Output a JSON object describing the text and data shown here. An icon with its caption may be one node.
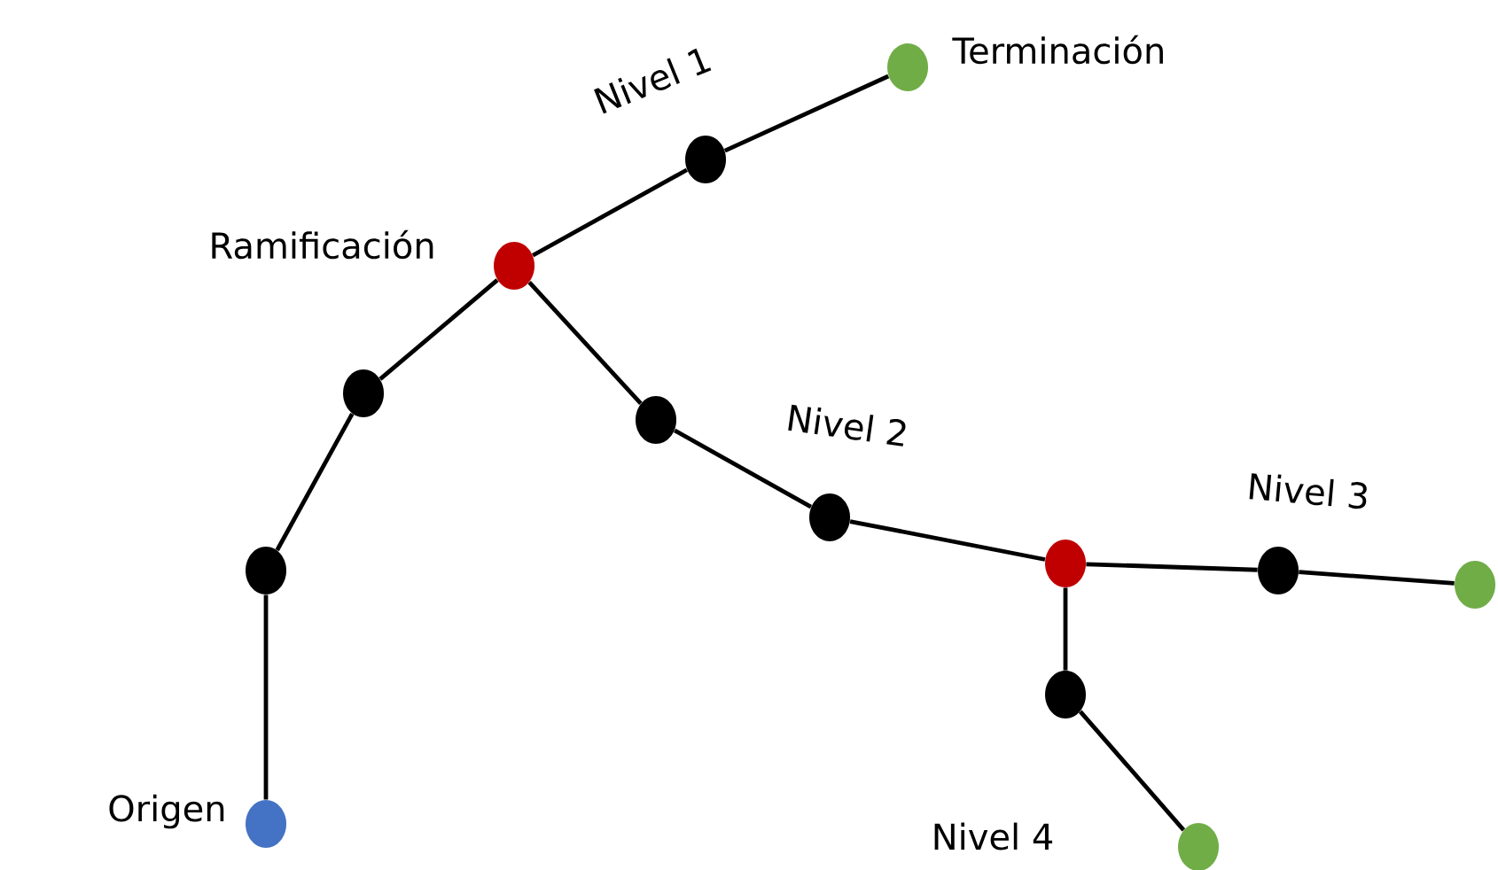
{
  "diagram": {
    "nodes": [
      {
        "text": [],
        "shape": "circle",
        "beside": [
          "Origen"
        ]
      },
      {
        "text": [],
        "shape": "circle"
      },
      {
        "text": [],
        "shape": "circle"
      },
      {
        "text": [],
        "shape": "circle",
        "beside": [
          "Ramificación"
        ]
      },
      {
        "text": [],
        "shape": "circle"
      },
      {
        "text": [],
        "shape": "circle",
        "beside": [
          "Terminación"
        ]
      },
      {
        "text": [],
        "shape": "circle"
      },
      {
        "text": [],
        "shape": "circle"
      },
      {
        "text": [],
        "shape": "circle"
      },
      {
        "text": [],
        "shape": "circle"
      },
      {
        "text": [],
        "shape": "circle"
      },
      {
        "text": [],
        "shape": "circle"
      },
      {
        "text": [],
        "shape": "circle"
      }
    ],
    "edges": [
      {
        "from": 0,
        "to": 1,
        "arrow": "none"
      },
      {
        "from": 1,
        "to": 2,
        "arrow": "none"
      },
      {
        "from": 2,
        "to": 3,
        "arrow": "none"
      },
      {
        "from": 3,
        "to": 4,
        "arrow": "none"
      },
      {
        "from": 4,
        "to": 5,
        "arrow": "none"
      },
      {
        "from": 3,
        "to": 6,
        "arrow": "none"
      },
      {
        "from": 6,
        "to": 7,
        "arrow": "none"
      },
      {
        "from": 7,
        "to": 8,
        "arrow": "none"
      },
      {
        "from": 8,
        "to": 9,
        "arrow": "none"
      },
      {
        "from": 9,
        "to": 10,
        "arrow": "none"
      },
      {
        "from": 8,
        "to": 11,
        "arrow": "none"
      },
      {
        "from": 11,
        "to": 12,
        "arrow": "none"
      }
    ],
    "labels": [
      "Nivel 1",
      "Nivel 2",
      "Nivel 3",
      "Nivel 4"
    ]
  }
}
